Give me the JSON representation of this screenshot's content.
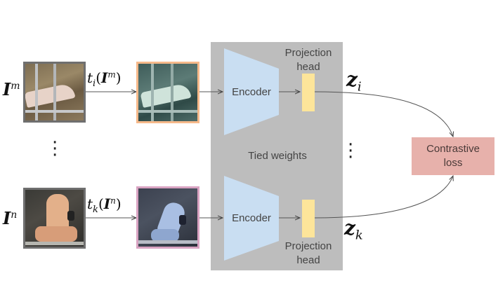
{
  "labels": {
    "encoder_top": "Encoder",
    "encoder_bottom": "Encoder",
    "projection_top": "Projection head",
    "projection_bottom": "Projection head",
    "tied_weights": "Tied weights",
    "contrastive_loss": "Contrastive loss"
  },
  "math": {
    "input_m_symbol": "I",
    "input_m_sup": "m",
    "input_n_symbol": "I",
    "input_n_sup": "n",
    "transform_i": "t",
    "transform_i_sub": "i",
    "transform_k": "t",
    "transform_k_sub": "k",
    "z_i": "z",
    "z_i_sub": "i",
    "z_k": "z",
    "z_k_sub": "k"
  },
  "colors": {
    "panel": "#bdbdbd",
    "encoder": "#c9def2",
    "projection": "#fde59a",
    "loss": "#e7b1ab",
    "augmented_top_border": "#f6b98a",
    "augmented_bottom_border": "#d9a3c2",
    "input_border": "#6f6f6f"
  }
}
